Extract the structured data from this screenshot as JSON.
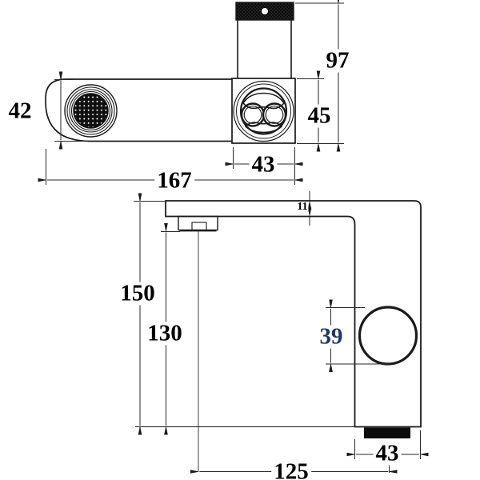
{
  "meta": {
    "description": "Technical dimension drawing of a basin mixer faucet, top view and front view",
    "units": "mm"
  },
  "colors": {
    "line": "#1a1a1a",
    "dimension_line": "#2a2a2a",
    "text": "#000000",
    "accent_blue": "#1f3864",
    "dark_fill": "#0d0d0d",
    "background": "#ffffff"
  },
  "top_view": {
    "dim_overall_length": "167",
    "dim_body_height": "42",
    "dim_handle_total_height": "97",
    "dim_body_depth": "45",
    "dim_handle_block_width": "43"
  },
  "front_view": {
    "dim_total_height": "150",
    "dim_spout_outlet_height": "130",
    "dim_spout_thickness": "11",
    "dim_knob_diameter": "39",
    "dim_spout_reach": "125",
    "dim_base_width": "43"
  }
}
